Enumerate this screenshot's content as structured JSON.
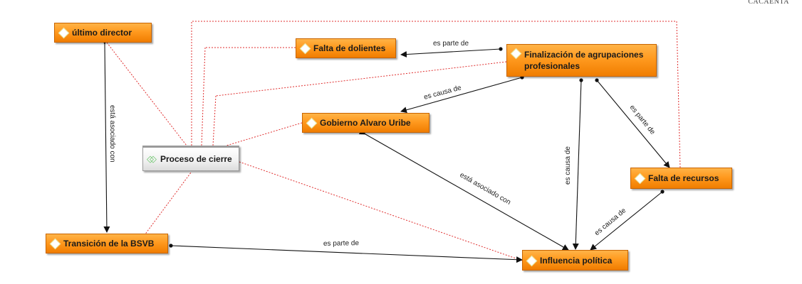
{
  "corner_text": "CACAENTA",
  "nodes": {
    "ultimo_director": "último director",
    "falta_dolientes": "Falta de dolientes",
    "finalizacion": "Finalización de agrupaciones profesionales",
    "gobierno": "Gobierno Alvaro Uribe",
    "proceso": "Proceso de cierre",
    "falta_recursos": "Falta de recursos",
    "transicion": "Transición de la BSVB",
    "influencia": "Influencia política"
  },
  "edge_labels": {
    "es_parte_de_1": "es parte de",
    "es_causa_de_1": "es causa de",
    "es_parte_de_2": "es parte de",
    "es_causa_de_2": "es causa de",
    "esta_asociado_con_1": "está asociado con",
    "esta_asociado_con_2": "está asociado con",
    "es_causa_de_3": "es causa de",
    "es_parte_de_3": "es parte de"
  },
  "colors": {
    "node_fill": "#ff9a1f",
    "dotted_link": "#e03030",
    "arrow": "#111111"
  }
}
